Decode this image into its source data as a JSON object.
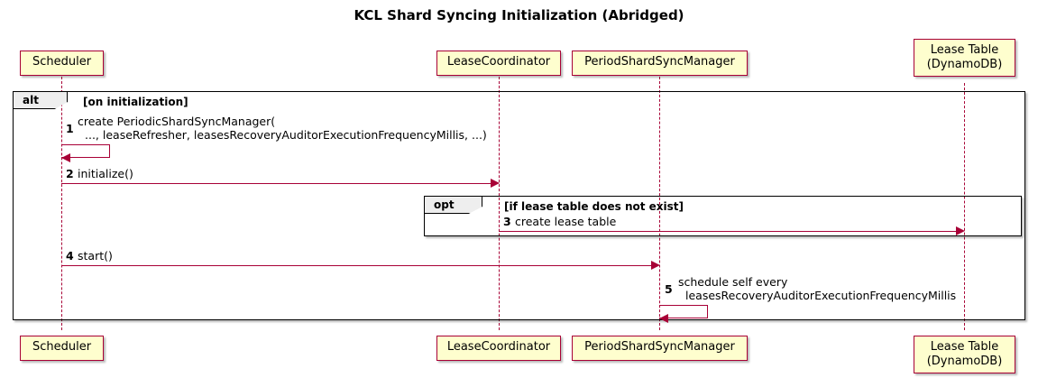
{
  "title": "KCL Shard Syncing Initialization (Abridged)",
  "colors": {
    "participant_fill": "#FEFECE",
    "participant_border": "#A80036",
    "message_line": "#A80036",
    "fragment_border": "#000000",
    "fragment_tab_fill": "#EEEEEE",
    "text": "#000000",
    "background": "#FFFFFF"
  },
  "participants": [
    {
      "id": "scheduler",
      "lines": [
        "Scheduler"
      ]
    },
    {
      "id": "lease-coordinator",
      "lines": [
        "LeaseCoordinator"
      ]
    },
    {
      "id": "period-shard-sync-manager",
      "lines": [
        "PeriodShardSyncManager"
      ]
    },
    {
      "id": "lease-table",
      "lines": [
        "Lease Table",
        "(DynamoDB)"
      ]
    }
  ],
  "fragments": [
    {
      "id": "alt",
      "operator": "alt",
      "guard": "[on initialization]"
    },
    {
      "id": "opt",
      "operator": "opt",
      "guard": "[if lease table does not exist]"
    }
  ],
  "messages": [
    {
      "number": "1",
      "from": "scheduler",
      "to": "scheduler",
      "self": true,
      "lines": [
        "create PeriodicShardSyncManager(",
        "..., leaseRefresher, leasesRecoveryAuditorExecutionFrequencyMillis, ...)"
      ]
    },
    {
      "number": "2",
      "from": "scheduler",
      "to": "lease-coordinator",
      "self": false,
      "lines": [
        "initialize()"
      ]
    },
    {
      "number": "3",
      "from": "lease-coordinator",
      "to": "lease-table",
      "self": false,
      "lines": [
        "create lease table"
      ]
    },
    {
      "number": "4",
      "from": "scheduler",
      "to": "period-shard-sync-manager",
      "self": false,
      "lines": [
        "start()"
      ]
    },
    {
      "number": "5",
      "from": "period-shard-sync-manager",
      "to": "period-shard-sync-manager",
      "self": true,
      "lines": [
        "schedule self every",
        "leasesRecoveryAuditorExecutionFrequencyMillis"
      ]
    }
  ]
}
